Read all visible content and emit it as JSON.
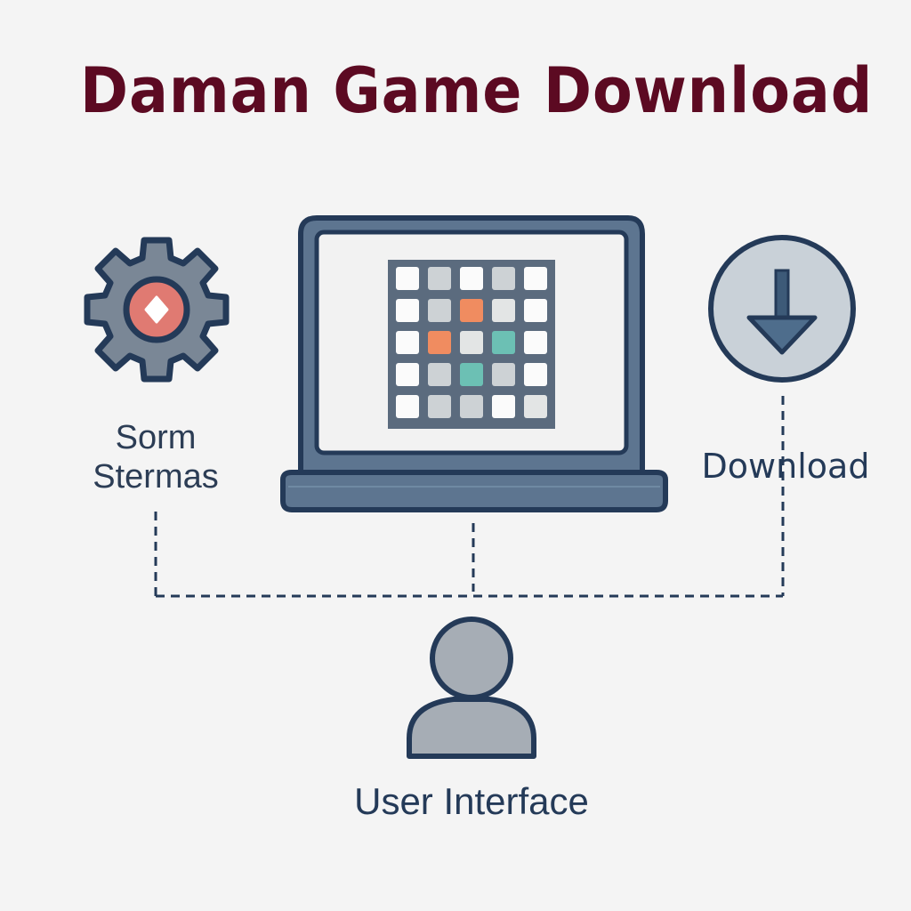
{
  "title": "Daman Game Download",
  "nodes": {
    "settings": {
      "label_line1": "Sorm",
      "label_line2": "Stermas",
      "icon": "gear-icon"
    },
    "device": {
      "icon": "laptop-icon"
    },
    "download": {
      "label": "Download",
      "icon": "download-arrow-icon"
    },
    "user": {
      "label": "User Interface",
      "icon": "user-icon"
    }
  },
  "game_board": {
    "rows": [
      [
        "white",
        "gray",
        "white",
        "gray",
        "white"
      ],
      [
        "white",
        "gray",
        "orange",
        "lightgray",
        "white"
      ],
      [
        "white",
        "orange",
        "lightgray",
        "teal",
        "white"
      ],
      [
        "white",
        "gray",
        "teal",
        "gray",
        "white"
      ],
      [
        "white",
        "gray",
        "gray",
        "white",
        "lightgray"
      ]
    ]
  },
  "colors": {
    "title": "#5c0a22",
    "outline": "#243a58",
    "gear_fill": "#7a8796",
    "gear_center": "#e07a72",
    "laptop_frame": "#5d7590",
    "board_bg": "#5b6b7e",
    "white": "#fbfbfb",
    "gray": "#cdd2d5",
    "lightgray": "#e3e5e5",
    "orange": "#f08c60",
    "teal": "#6cc0b4",
    "download_fill": "#c9d1d8",
    "user_fill": "#a6adb5"
  }
}
